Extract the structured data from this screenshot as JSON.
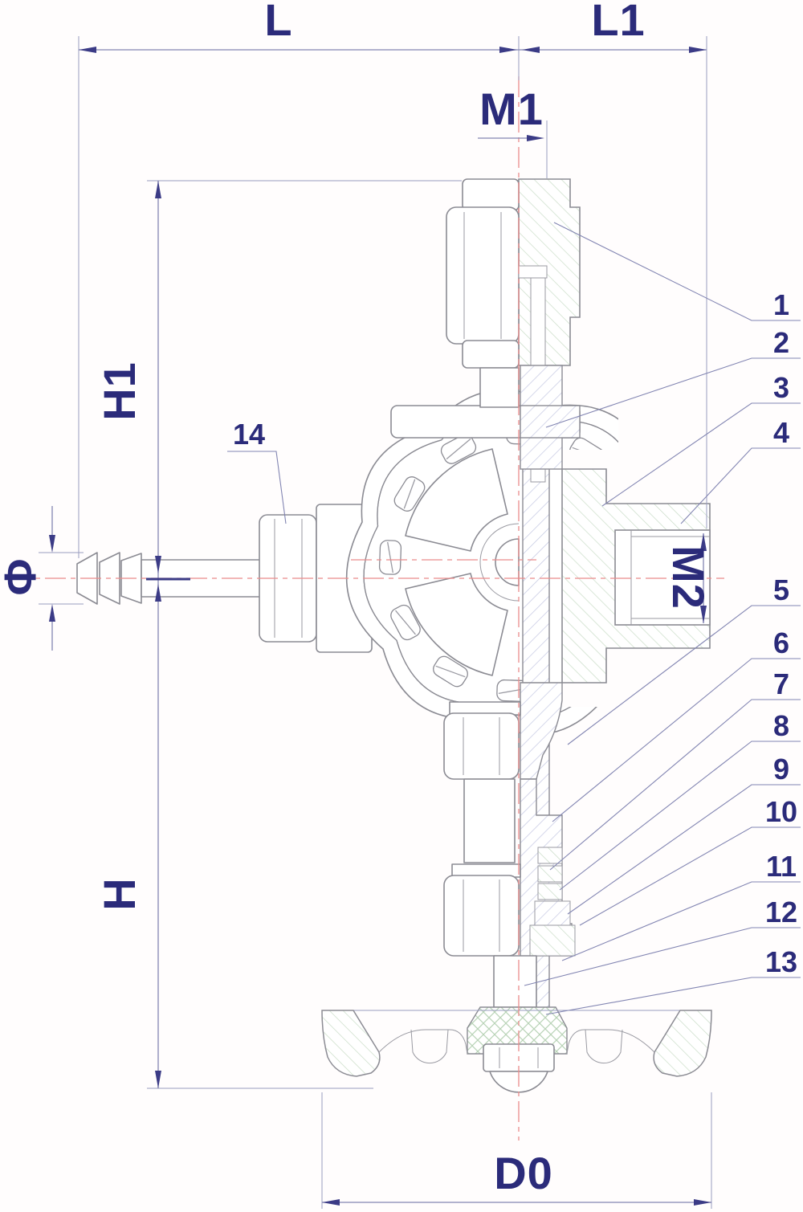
{
  "drawing": {
    "kind": "valve cross-section engineering diagram",
    "dimensions": {
      "L": "L",
      "L1": "L1",
      "M1": "M1",
      "M2": "M2",
      "H1": "H1",
      "H": "H",
      "phi": "Φ",
      "D0": "D0"
    },
    "parts": [
      "1",
      "2",
      "3",
      "4",
      "5",
      "6",
      "7",
      "8",
      "9",
      "10",
      "11",
      "12",
      "13",
      "14"
    ],
    "colors": {
      "label_navy": "#2b2b7a",
      "dim_blue": "#8285b2",
      "outline_gray": "#8b8b93",
      "centerline_red": "#ea8c8c",
      "hatch_green": "#c9dcc7",
      "hatch_lavender": "#c3c7e2"
    }
  }
}
